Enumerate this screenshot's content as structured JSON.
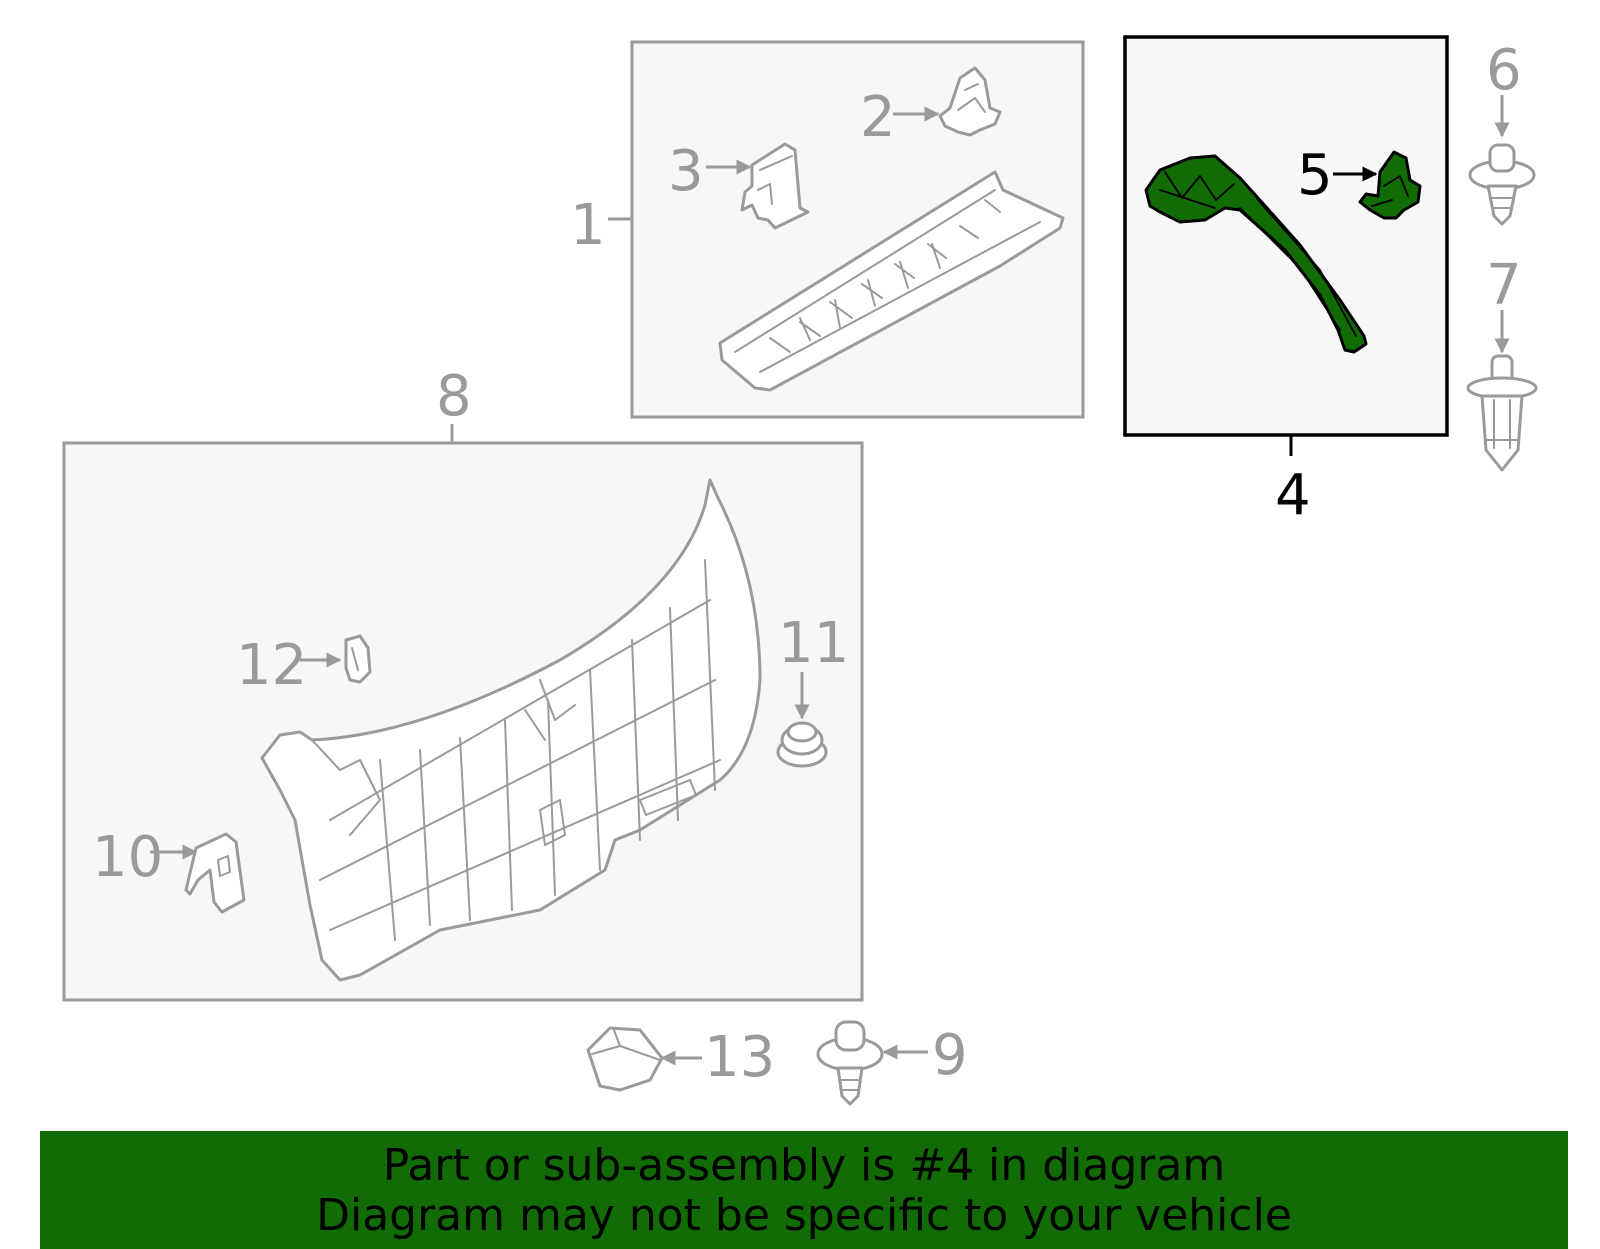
{
  "diagram": {
    "selected_part": "4",
    "highlight_color": "#116c05",
    "callouts": {
      "c1": "1",
      "c2": "2",
      "c3": "3",
      "c4": "4",
      "c5": "5",
      "c6": "6",
      "c7": "7",
      "c8": "8",
      "c9": "9",
      "c10": "10",
      "c11": "11",
      "c12": "12",
      "c13": "13"
    }
  },
  "banner": {
    "line1": "Part or sub-assembly is #4 in diagram",
    "line2": "Diagram may not be specific to your vehicle",
    "background": "#116c05"
  }
}
